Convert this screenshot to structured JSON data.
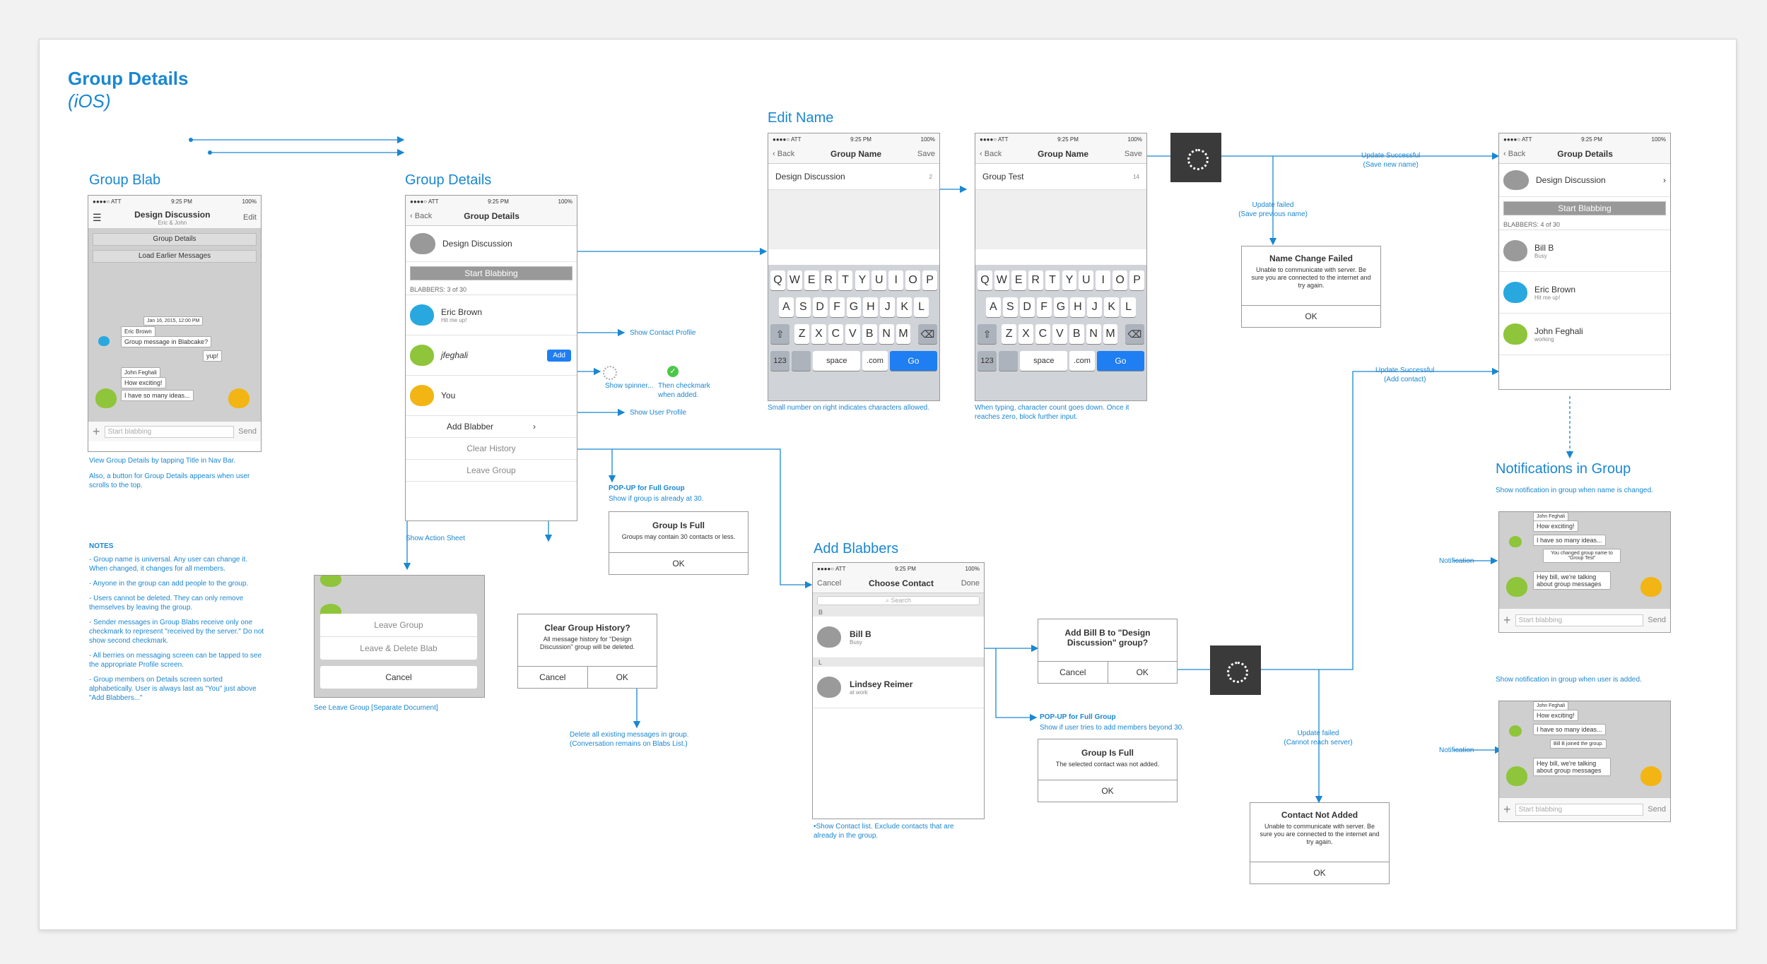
{
  "title": "Group Details",
  "subtitle": "(iOS)",
  "sections": {
    "group_blab": "Group Blab",
    "group_details": "Group Details",
    "edit_name": "Edit Name",
    "add_blabbers": "Add Blabbers",
    "notifications": "Notifications in Group"
  },
  "status": {
    "carrier": "●●●●○ ATT",
    "time": "9:25 PM",
    "battery": "100%"
  },
  "blab": {
    "title": "Design Discussion",
    "sub": "Eric & John",
    "edit": "Edit",
    "btn_details": "Group Details",
    "btn_earlier": "Load Earlier Messages",
    "date": "Jan 16, 2015, 12:00 PM",
    "m1_name": "Eric Brown",
    "m1": "Group message in Blabcake?",
    "m2": "yup!",
    "m3_name": "John Feghali",
    "m3": "How exciting!",
    "m4": "I have so many ideas...",
    "placeholder": "Start blabbing",
    "send": "Send",
    "note1": "View Group Details by tapping Title in Nav Bar.",
    "note2": "Also, a button for Group Details appears when user scrolls to the top."
  },
  "notes": {
    "heading": "NOTES",
    "items": [
      "- Group name is universal. Any user can change it. When changed, it changes for all members.",
      "- Anyone in the group can add people to the group.",
      "- Users cannot be deleted. They can only remove themselves by leaving the group.",
      "- Sender messages in Group Blabs receive only one checkmark to represent \"received by the server.\" Do not show second checkmark.",
      "- All berries on messaging screen can be tapped to see the appropriate Profile screen.",
      "- Group members on Details screen sorted alphabetically. User is always last as \"You\" just above \"Add Blabbers...\""
    ]
  },
  "details": {
    "back": "Back",
    "title": "Group Details",
    "group": "Design Discussion",
    "start": "Start Blabbing",
    "count": "BLABBERS: 3 of 30",
    "m1": "Eric Brown",
    "m1s": "Hit me up!",
    "m2": "jfeghali",
    "add": "Add",
    "m3": "You",
    "add_blabber": "Add Blabber",
    "clear": "Clear History",
    "leave": "Leave Group",
    "ann_contact": "Show Contact Profile",
    "ann_spinner": "Show spinner...",
    "ann_check": "Then checkmark when added.",
    "ann_user": "Show User Profile",
    "ann_action": "Show Action Sheet",
    "popup_label": "POP-UP for Full Group",
    "popup_sub": "Show if group is already at 30."
  },
  "full1": {
    "title": "Group Is Full",
    "body": "Groups may contain 30 contacts or less.",
    "ok": "OK"
  },
  "action": {
    "leave": "Leave Group",
    "leave_delete": "Leave & Delete Blab",
    "cancel": "Cancel",
    "note": "See Leave Group  [Separate Document]"
  },
  "clear": {
    "title": "Clear Group History?",
    "body": "All message history for \"Design Discussion\" group will be deleted.",
    "cancel": "Cancel",
    "ok": "OK",
    "note": "Delete all existing messages in group. (Conversation remains on Blabs List.)"
  },
  "edit1": {
    "back": "Back",
    "title": "Group Name",
    "save": "Save",
    "value": "Design Discussion",
    "count": "2",
    "note": "Small number on right indicates characters allowed."
  },
  "edit2": {
    "back": "Back",
    "title": "Group Name",
    "save": "Save",
    "value": "Group Test",
    "count": "14",
    "note": "When typing, character count goes down. Once it reaches zero, block further input."
  },
  "keyboard": {
    "r1": [
      "Q",
      "W",
      "E",
      "R",
      "T",
      "Y",
      "U",
      "I",
      "O",
      "P"
    ],
    "r2": [
      "A",
      "S",
      "D",
      "F",
      "G",
      "H",
      "J",
      "K",
      "L"
    ],
    "r3": [
      "Z",
      "X",
      "C",
      "V",
      "B",
      "N",
      "M"
    ],
    "n123": "123",
    "space": "space",
    "com": ".com",
    "go": "Go"
  },
  "flow": {
    "update_ok": "Update Successful",
    "update_ok_sub": "(Save new name)",
    "update_fail": "Update failed",
    "update_fail_sub": "(Save previous name)",
    "update_ok2": "Update Successful",
    "update_ok2_sub": "(Add contact)",
    "update_fail2": "Update failed",
    "update_fail2_sub": "(Cannot reach server)"
  },
  "name_fail": {
    "title": "Name Change Failed",
    "body": "Unable to communicate with server. Be sure you are connected to the internet and try again.",
    "ok": "OK"
  },
  "result": {
    "back": "Back",
    "title": "Group Details",
    "group": "Design Discussion",
    "start": "Start Blabbing",
    "count": "BLABBERS: 4 of 30",
    "m1": "Bill B",
    "m1s": "Busy",
    "m2": "Eric Brown",
    "m2s": "Hit me up!",
    "m3": "John Feghali",
    "m3s": "working"
  },
  "notif": {
    "desc1": "Show notification in group when name is changed.",
    "desc2": "Show notification in group when user is added.",
    "label": "Notification",
    "name": "John Feghali",
    "m1": "How exciting!",
    "m2": "I have so many ideas...",
    "n1": "You changed group name to \"Group Test\"",
    "n2": "Bill B joined the group.",
    "m3": "Hey bill, we're talking about group messages",
    "placeholder": "Start blabbing",
    "send": "Send"
  },
  "choose": {
    "cancel": "Cancel",
    "title": "Choose Contact",
    "done": "Done",
    "search": "Search",
    "sec1": "B",
    "c1": "Bill B",
    "c1s": "Busy",
    "sec2": "L",
    "c2": "Lindsey Reimer",
    "c2s": "at work",
    "note": "•Show Contact list. Exclude contacts that are already in the group."
  },
  "confirm": {
    "title": "Add Bill B to \"Design Discussion\" group?",
    "cancel": "Cancel",
    "ok": "OK",
    "popup_label": "POP-UP for Full Group",
    "popup_sub": "Show if user tries to add members beyond 30."
  },
  "full2": {
    "title": "Group Is Full",
    "body": "The selected contact was not added.",
    "ok": "OK"
  },
  "notadded": {
    "title": "Contact Not Added",
    "body": "Unable to communicate with server. Be sure you are connected to the internet and try again.",
    "ok": "OK"
  },
  "colors": {
    "accent": "#1a87d0",
    "iosblue": "#1e7ef2",
    "check": "#4cc74a",
    "blue_berry": "#29a8e0",
    "green_berry": "#8fc53a",
    "orange_berry": "#f2b514"
  }
}
